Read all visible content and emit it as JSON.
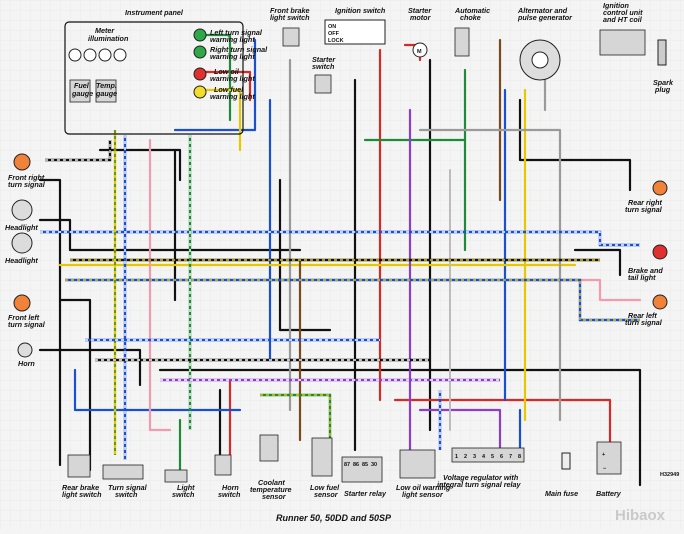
{
  "title": "Runner 50, 50DD and 50SP",
  "code": "H32949",
  "watermark": "Hibaox",
  "labels": {
    "instrument_panel": "Instrument panel",
    "meter_illum_1": "Meter",
    "meter_illum_2": "illumination",
    "left_turn_1": "Left turn signal",
    "left_turn_2": "warning light",
    "right_turn_1": "Right turn signal",
    "right_turn_2": "warning light",
    "low_oil_1": "Low oil",
    "low_oil_2": "warning light",
    "low_fuel_1": "Low fuel",
    "low_fuel_2": "warning light",
    "fuel_gauge_1": "Fuel",
    "fuel_gauge_2": "gauge",
    "temp_gauge_1": "Temp.",
    "temp_gauge_2": "gauge",
    "front_brake_1": "Front brake",
    "front_brake_2": "light switch",
    "ignition_switch": "Ignition switch",
    "starter_motor_1": "Starter",
    "starter_motor_2": "motor",
    "auto_choke_1": "Automatic",
    "auto_choke_2": "choke",
    "alternator_1": "Alternator and",
    "alternator_2": "pulse generator",
    "ignition_unit_1": "Ignition",
    "ignition_unit_2": "control unit",
    "ignition_unit_3": "and HT coil",
    "spark_plug_1": "Spark",
    "spark_plug_2": "plug",
    "starter_switch_1": "Starter",
    "starter_switch_2": "switch",
    "front_right_1": "Front right",
    "front_right_2": "turn signal",
    "headlight_a": "Headlight",
    "headlight_b": "Headlight",
    "front_left_1": "Front left",
    "front_left_2": "turn signal",
    "horn": "Horn",
    "rear_right_1": "Rear right",
    "rear_right_2": "turn signal",
    "brake_tail_1": "Brake and",
    "brake_tail_2": "tail light",
    "rear_left_1": "Rear left",
    "rear_left_2": "turn signal",
    "rear_brake_1": "Rear brake",
    "rear_brake_2": "light switch",
    "turn_switch_1": "Turn signal",
    "turn_switch_2": "switch",
    "light_switch_1": "Light",
    "light_switch_2": "switch",
    "horn_switch_1": "Horn",
    "horn_switch_2": "switch",
    "coolant_1": "Coolant",
    "coolant_2": "temperature",
    "coolant_3": "sensor",
    "low_fuel_sensor_1": "Low fuel",
    "low_fuel_sensor_2": "sensor",
    "starter_relay": "Starter relay",
    "low_oil_sensor_1": "Low oil warning",
    "low_oil_sensor_2": "light sensor",
    "regulator_1": "Voltage regulator with",
    "regulator_2": "integral turn signal relay",
    "main_fuse": "Main fuse",
    "battery": "Battery"
  },
  "ignition_positions": [
    "ON",
    "OFF",
    "LOCK"
  ],
  "relay_terminals": [
    "87",
    "86",
    "85",
    "30"
  ],
  "regulator_terminals": [
    "1",
    "2",
    "3",
    "4",
    "5",
    "6",
    "7",
    "8"
  ]
}
